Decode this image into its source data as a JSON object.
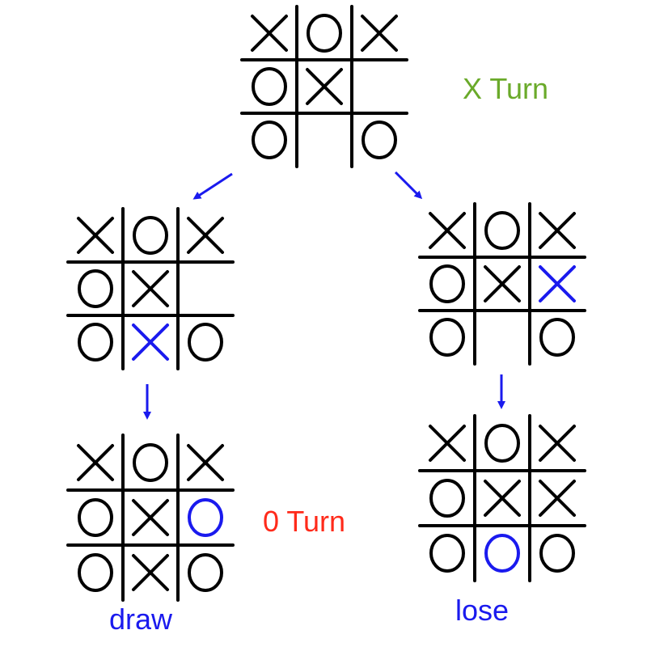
{
  "colors": {
    "grid": "#000000",
    "mark": "#000000",
    "new_move": "#1a1aee",
    "arrow": "#1a1aee",
    "x_turn": "#6aaa2a",
    "o_turn": "#ff2a1a",
    "result": "#1a1aee"
  },
  "labels": {
    "x_turn": "X Turn",
    "o_turn": "0 Turn",
    "draw": "draw",
    "lose": "lose"
  },
  "boards": [
    {
      "id": "root",
      "cells": [
        [
          "X",
          "O",
          "X"
        ],
        [
          "O",
          "X",
          ""
        ],
        [
          "O",
          "",
          "O"
        ]
      ],
      "new_move": null
    },
    {
      "id": "left-x-move",
      "cells": [
        [
          "X",
          "O",
          "X"
        ],
        [
          "O",
          "X",
          ""
        ],
        [
          "O",
          "X",
          "O"
        ]
      ],
      "new_move": [
        2,
        1
      ]
    },
    {
      "id": "right-x-move",
      "cells": [
        [
          "X",
          "O",
          "X"
        ],
        [
          "O",
          "X",
          "X"
        ],
        [
          "O",
          "",
          "O"
        ]
      ],
      "new_move": [
        1,
        2
      ]
    },
    {
      "id": "left-draw",
      "cells": [
        [
          "X",
          "O",
          "X"
        ],
        [
          "O",
          "X",
          "O"
        ],
        [
          "O",
          "X",
          "O"
        ]
      ],
      "new_move": [
        1,
        2
      ]
    },
    {
      "id": "right-lose",
      "cells": [
        [
          "X",
          "O",
          "X"
        ],
        [
          "O",
          "X",
          "X"
        ],
        [
          "O",
          "O",
          "O"
        ]
      ],
      "new_move": [
        2,
        1
      ]
    }
  ],
  "arrows": [
    {
      "id": "root-to-left",
      "from": "root",
      "to": "left-x-move"
    },
    {
      "id": "root-to-right",
      "from": "root",
      "to": "right-x-move"
    },
    {
      "id": "left-to-draw",
      "from": "left-x-move",
      "to": "left-draw"
    },
    {
      "id": "right-to-lose",
      "from": "right-x-move",
      "to": "right-lose"
    }
  ]
}
